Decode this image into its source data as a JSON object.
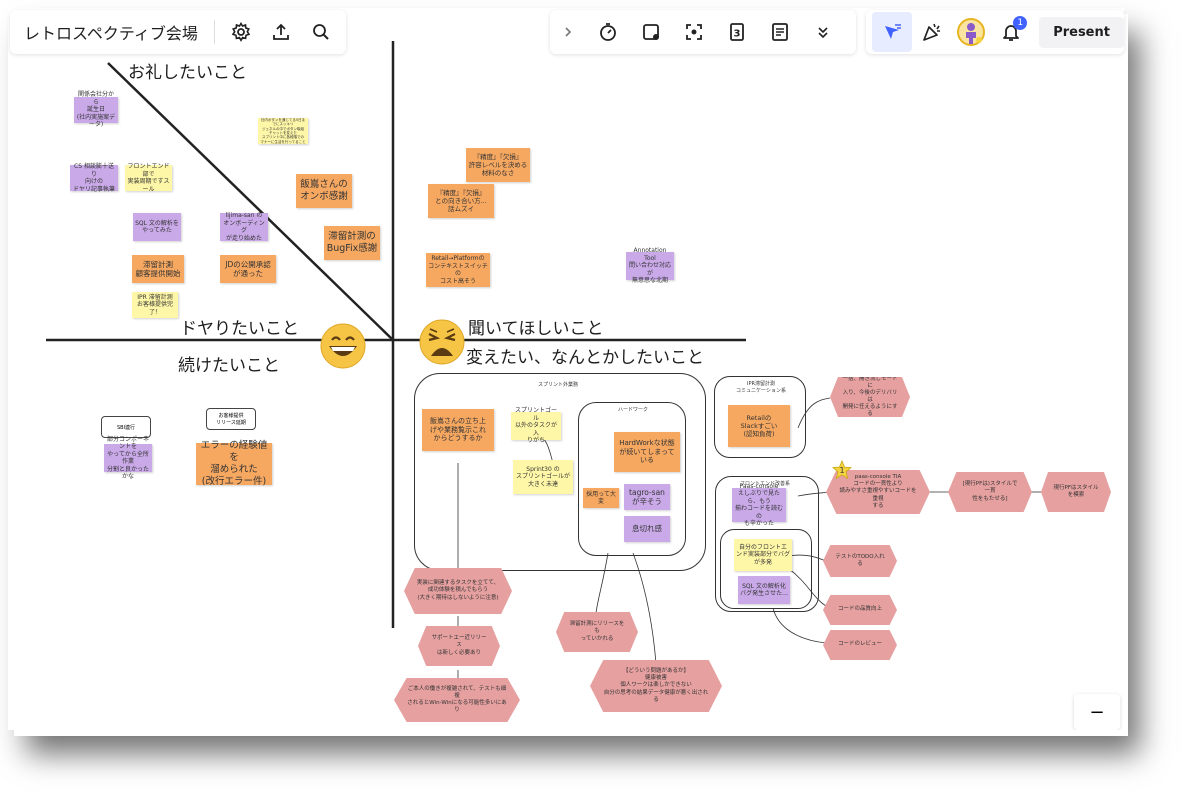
{
  "toolbar": {
    "board_title": "レトロスペクティブ会場",
    "present_label": "Present",
    "notification_count": "1",
    "left_icons": [
      "gear-icon",
      "upload-icon",
      "search-icon"
    ],
    "right_icons": [
      "chevron-right-icon",
      "timer-icon",
      "sticky-add-icon",
      "focus-icon",
      "counter-icon",
      "notes-icon",
      "more-icon",
      "cursor-icon",
      "celebrate-icon",
      "avatar",
      "bell-icon"
    ],
    "counter_value": "3"
  },
  "zoom": {
    "minus_label": "−"
  },
  "colors": {
    "purple": "#c9a9e8",
    "orange": "#f6a861",
    "yellow": "#fff7a8",
    "pink": "#e6a0a0",
    "accent": "#4262ff"
  },
  "quadrants": {
    "thanks": "お礼したいこと",
    "want_do": "ドヤりたいこと",
    "keep": "続けたいこと",
    "want_heard": "聞いてほしいこと",
    "change": "変えたい、なんとかしたいこと"
  },
  "stickies": {
    "a1": "関係会社分から\n誕生日\n(社内実施案データ)",
    "a2": "CS 相談膨十送り\n向けの\nドヤリ記事執筆",
    "a3": "フロントエンド部で\n実装周期ですスール",
    "a4": "SQL 文の解析を\nやってみた",
    "a5": "lijima-san の\nオンボーディング\nが走り始めた",
    "a6": "滞留計測\n顧客提供開始",
    "a7": "JDの公開承認\nが通った",
    "a8": "IPR 滞留計測\nお客様提供完了！",
    "a9": "社内ボタンを通じてる5日までにスッキリ\nジェネルの中でボタン取組\nチャットを変えた\nスプリント中に各段階での\nマナーに生活を行ってること",
    "b1": "飯嶌さんの\nオンボ感謝",
    "b2": "滞留計測の\nBugFix感謝",
    "c1": "『精度』『欠損』\n許容レベルを決める\n材料のなさ",
    "c2": "『精度』『欠損』\nとの向き合い方...\n話ムズイ",
    "c3": "Retail→Platformの\nコンテキストスイッチの\nコスト高そう",
    "c4": "Annotation Tool\n問い合わせ対応が\n無意思な北期",
    "d1": "飯嶌さんの立ち上\nげや業務覧示これ\nからどうするか",
    "d2": "スプリントゴール\n以外のタスクが入\nりがち",
    "d3": "Sprint30 の\nスプリントゴールが\n大きく未達",
    "d4": "HardWorkな状態\nが続いてしまって\nいる",
    "d5": "採用って大変",
    "d6": "tagro-san\nが辛そう",
    "d7": "息切れ感",
    "e1": "Retailの\nSlackすごい\n(認知負荷)",
    "e2": "Paas-console\nえしぶりで見たら、もう\n揃わコードを読むの\nも辛かった",
    "e3": "自分のフロントエ\nンド実装部分でバグ\nが多発",
    "e4": "SQL 文の解析化\nバグ発生させた..."
  },
  "frames": {
    "sprint": "スプリント外業務",
    "hardwork": "ハードワーク",
    "ipr": "IPR滞留計測\nコミュニケーション系",
    "frontend": "フロントエンド改善系"
  },
  "boxes": {
    "sbi": "SBI連行",
    "customer": "お客様提供\nリリース延期",
    "sbi_note": "部分コンポーネントを\nやってから全所作業\n分割と良かったかな",
    "error": "エラーの経験値を\n溜められた\n(改行エラー件)"
  },
  "hexes": {
    "h1": "一括、開き流しモードに\n入り、今後のデリバリは\n開発に任えるようにする",
    "h2": "paas-console TIA\nコードの一貫性より\n読みやすさ重視やすいコードを重視\nする",
    "h3": "[現行PFは)スタイルで一貫\n性をもたせる]",
    "h4": "現行PFはスタイルを模索",
    "h5": "テストのTODO入れる",
    "h6": "コードの品質向上",
    "h7": "コードのレビュー",
    "h8": "実装に関連するタスクを立てて、\n成功体験を積んでもらう\n(大きく期待はしないように注意)",
    "h9": "サポートエー近リリース\nは新しく必要あり",
    "h10": "ご本人の働きが複雑されて、テストも細複\nされるとWin-Winになる可能性多いにあり",
    "h11": "滞留計測にリリースをも\nっていかれる",
    "h12": "【どういう問題があるか】\n健康被害\n個人ワークは楽しかできない\n自分の思考の結果データ健康が悪く出される"
  },
  "marker": {
    "star_label": "1"
  }
}
